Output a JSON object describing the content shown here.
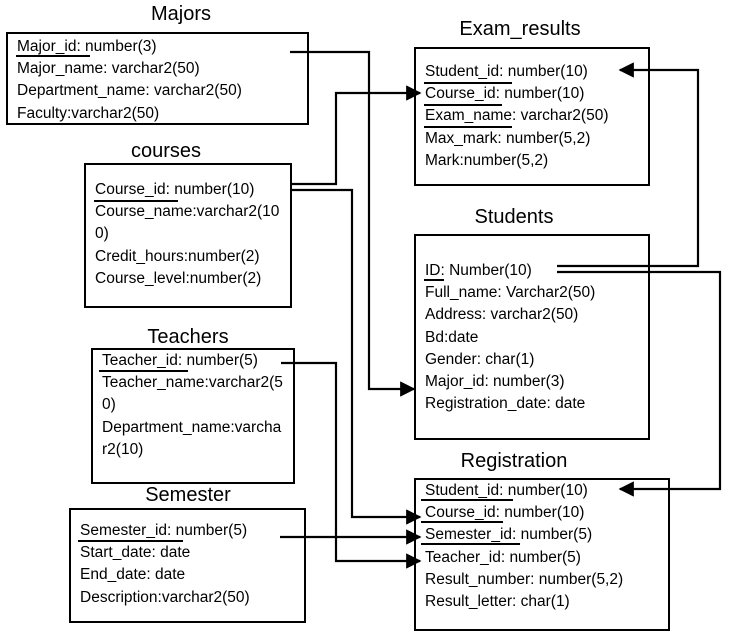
{
  "tables": {
    "majors": {
      "title": "Majors",
      "fields": [
        "Major_id: number(3)",
        "Major_name: varchar2(50)",
        "Department_name:  varchar2(50)",
        "Faculty:varchar2(50)"
      ]
    },
    "exam_results": {
      "title": "Exam_results",
      "fields": [
        "Student_id: number(10)",
        "Course_id: number(10)",
        "Exam_name: varchar2(50)",
        "Max_mark: number(5,2)",
        "Mark:number(5,2)"
      ]
    },
    "courses": {
      "title": "courses",
      "fields": [
        "Course_id: number(10)",
        "Course_name:varchar2(100)",
        "Credit_hours:number(2)",
        "Course_level:number(2)"
      ]
    },
    "students": {
      "title": "Students",
      "fields": [
        "ID: Number(10)",
        "Full_name: Varchar2(50)",
        "Address: varchar2(50)",
        "Bd:date",
        "Gender: char(1)",
        "Major_id: number(3)",
        "Registration_date: date"
      ]
    },
    "teachers": {
      "title": "Teachers",
      "fields": [
        "Teacher_id: number(5)",
        "Teacher_name:varchar2(50)",
        "Department_name:varchar2(10)"
      ]
    },
    "semester": {
      "title": "Semester",
      "fields": [
        "Semester_id: number(5)",
        "Start_date: date",
        "End_date: date",
        "Description:varchar2(50)"
      ]
    },
    "registration": {
      "title": "Registration",
      "fields": [
        "Student_id: number(10)",
        "Course_id: number(10)",
        "Semester_id: number(5)",
        "Teacher_id: number(5)",
        "Result_number: number(5,2)",
        "Result_letter: char(1)"
      ]
    }
  }
}
